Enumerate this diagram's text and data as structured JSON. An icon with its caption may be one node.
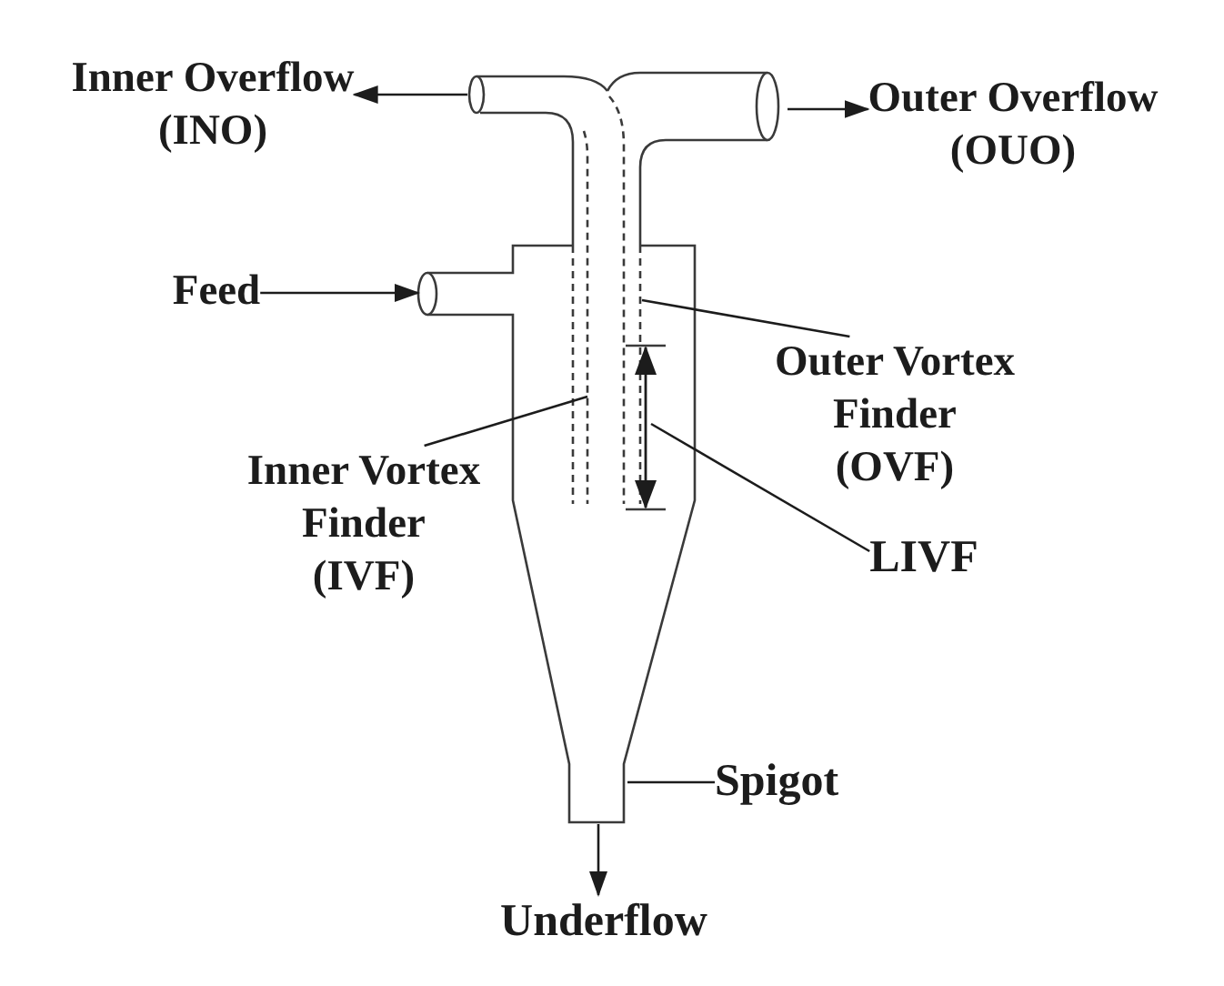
{
  "diagram": {
    "nodes": [
      {
        "text": [
          "Inner Overflow (INO)"
        ]
      },
      {
        "text": [
          "Outer Overflow (OUO)"
        ]
      },
      {
        "text": [
          "Feed"
        ]
      },
      {
        "text": [
          "Outer Vortex Finder (OVF)"
        ]
      },
      {
        "text": [
          "Inner Vortex Finder (IVF)"
        ]
      },
      {
        "text": [
          "LIVF"
        ]
      },
      {
        "text": [
          "Spigot"
        ]
      },
      {
        "text": [
          "Underflow"
        ]
      }
    ],
    "edges": [
      {
        "from": null,
        "to": 0,
        "arrow": "to"
      },
      {
        "from": null,
        "to": 1,
        "arrow": "to"
      },
      {
        "from": 2,
        "to": null,
        "arrow": "to"
      },
      {
        "from": 3,
        "to": null,
        "arrow": "none"
      },
      {
        "from": 4,
        "to": null,
        "arrow": "none"
      },
      {
        "from": 5,
        "to": null,
        "arrow": "none"
      },
      {
        "from": 6,
        "to": null,
        "arrow": "none"
      },
      {
        "from": null,
        "to": 7,
        "arrow": "to"
      }
    ]
  }
}
